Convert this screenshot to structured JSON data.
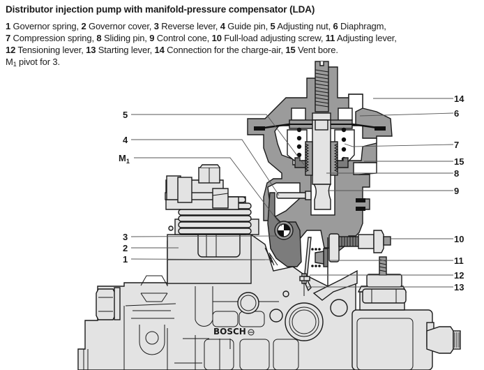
{
  "figure": {
    "title": "Distributor injection pump with manifold-pressure compensator (LDA)",
    "caption_lines": [
      [
        {
          "num": "1",
          "text": " Governor spring, "
        },
        {
          "num": "2",
          "text": " Governor cover, "
        },
        {
          "num": "3",
          "text": " Reverse lever, "
        },
        {
          "num": "4",
          "text": " Guide pin, "
        },
        {
          "num": "5",
          "text": " Adjusting nut, "
        },
        {
          "num": "6",
          "text": " Diaphragm,"
        }
      ],
      [
        {
          "num": "7",
          "text": " Compression spring, "
        },
        {
          "num": "8",
          "text": " Sliding pin, "
        },
        {
          "num": "9",
          "text": " Control cone, "
        },
        {
          "num": "10",
          "text": " Full-load adjusting screw, "
        },
        {
          "num": "11",
          "text": " Adjusting lever,"
        }
      ],
      [
        {
          "num": "12",
          "text": " Tensioning lever, "
        },
        {
          "num": "13",
          "text": " Starting lever, "
        },
        {
          "num": "14",
          "text": " Connection for the charge-air, "
        },
        {
          "num": "15",
          "text": " Vent bore."
        }
      ]
    ],
    "pivot_note": {
      "symbol": "M",
      "subscript": "1",
      "text": " pivot for 3."
    }
  },
  "callouts": {
    "left": [
      {
        "id": "5",
        "label": "5"
      },
      {
        "id": "4",
        "label": "4"
      },
      {
        "id": "M1",
        "label": "M",
        "subscript": "1"
      },
      {
        "id": "3",
        "label": "3"
      },
      {
        "id": "2",
        "label": "2"
      },
      {
        "id": "1",
        "label": "1"
      }
    ],
    "right": [
      {
        "id": "14",
        "label": "14"
      },
      {
        "id": "6",
        "label": "6"
      },
      {
        "id": "7",
        "label": "7"
      },
      {
        "id": "15",
        "label": "15"
      },
      {
        "id": "8",
        "label": "8"
      },
      {
        "id": "9",
        "label": "9"
      },
      {
        "id": "10",
        "label": "10"
      },
      {
        "id": "11",
        "label": "11"
      },
      {
        "id": "12",
        "label": "12"
      },
      {
        "id": "13",
        "label": "13"
      }
    ]
  },
  "markings": {
    "brand": "BOSCH"
  },
  "colors": {
    "light_gray": "#e3e3e3",
    "mid_gray": "#9b9b9b",
    "dark_gray": "#7c7c7c",
    "outline": "#1a1a1a"
  }
}
